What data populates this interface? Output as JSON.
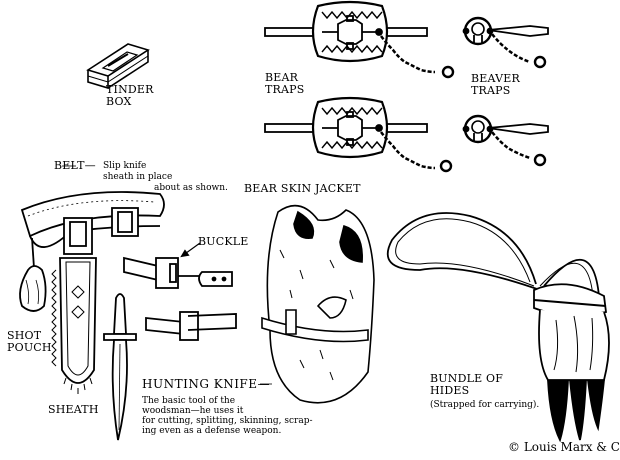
{
  "items": {
    "tinder_box": {
      "label_line1": "TINDER",
      "label_line2": "BOX"
    },
    "bear_traps": {
      "label_line1": "BEAR",
      "label_line2": "TRAPS"
    },
    "beaver_traps": {
      "label_line1": "BEAVER",
      "label_line2": "TRAPS"
    },
    "belt": {
      "label": "BELT—",
      "note_line1": "Slip knife",
      "note_line2": "sheath in place",
      "note_line3": "about as shown."
    },
    "bear_skin_jacket": {
      "label": "BEAR SKIN JACKET"
    },
    "buckle": {
      "label": "BUCKLE"
    },
    "shot_pouch": {
      "label_line1": "SHOT",
      "label_line2": "POUCH"
    },
    "sheath": {
      "label": "SHEATH"
    },
    "hunting_knife": {
      "label": "HUNTING KNIFE—",
      "desc_line1": "The basic tool of the",
      "desc_line2": "woodsman—he  uses  it",
      "desc_line3": "for cutting, splitting, skinning, scrap-",
      "desc_line4": "ing even as a defense weapon."
    },
    "bundle_of_hides": {
      "label_line1": "BUNDLE OF",
      "label_line2": "HIDES",
      "note": "(Strapped for carrying)."
    }
  },
  "copyright": "© Louis Marx & Co"
}
